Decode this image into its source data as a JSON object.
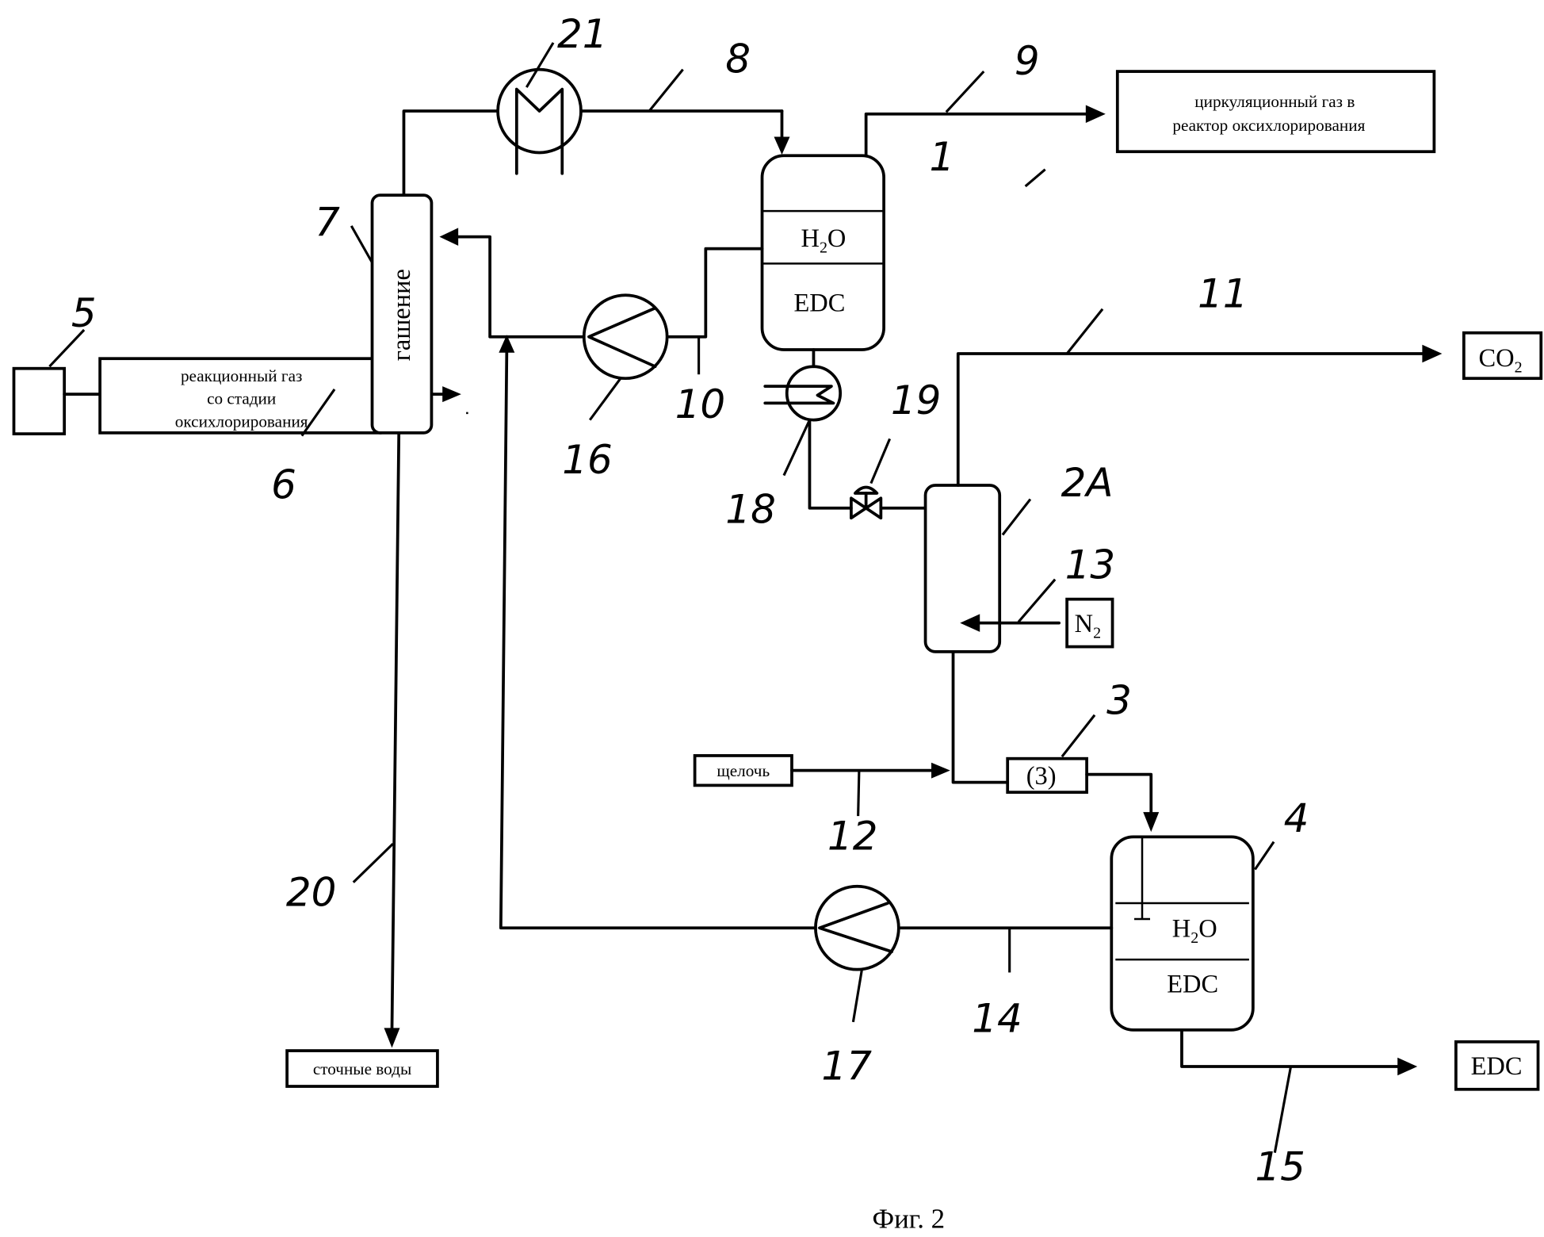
{
  "figure": {
    "caption": "Фиг. 2"
  },
  "boxes": {
    "reaction_gas": [
      "реакционный газ",
      "со стадии",
      "оксихлорирования"
    ],
    "circulation_gas": [
      "циркуляционный газ  в",
      "реактор  оксихлорирования"
    ],
    "co2": "CO",
    "co2_sub": "2",
    "n2": "N",
    "n2_sub": "2",
    "alkali": "щелочь",
    "mixer": "(3)",
    "waste_water": "сточные воды",
    "edc_out": "EDC"
  },
  "vessels": {
    "quench_label": "гашение",
    "v1_upper": "H",
    "v1_upper_sub": "2",
    "v1_upper_end": "O",
    "v1_lower": "EDC",
    "v4_upper": "H",
    "v4_upper_sub": "2",
    "v4_upper_end": "O",
    "v4_lower": "EDC"
  },
  "ref_numbers": {
    "n1": "1",
    "n2A": "2A",
    "n3": "3",
    "n4": "4",
    "n5": "5",
    "n6": "6",
    "n7": "7",
    "n8": "8",
    "n9": "9",
    "n10": "10",
    "n11": "11",
    "n12": "12",
    "n13": "13",
    "n14": "14",
    "n15": "15",
    "n16": "16",
    "n17": "17",
    "n18": "18",
    "n19": "19",
    "n20": "20",
    "n21": "21"
  }
}
